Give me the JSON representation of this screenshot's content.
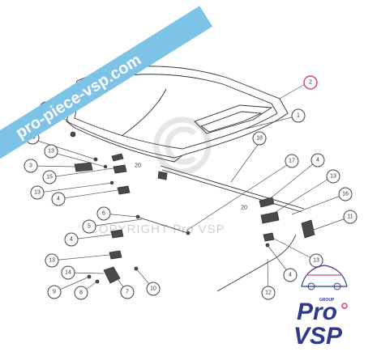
{
  "watermark": {
    "banner_text": "pro-piece-vsp.com",
    "copyright_text": "COPYRIGHT Pro VSP"
  },
  "logo": {
    "top_word": "Pro",
    "bottom_word": "VSP",
    "tag": "GROUP",
    "brand_color": "#2f3a8f",
    "accent_color": "#e0457b"
  },
  "callouts": [
    {
      "label": "1"
    },
    {
      "label": "2"
    },
    {
      "label": "1"
    },
    {
      "label": "19"
    },
    {
      "label": "13"
    },
    {
      "label": "3"
    },
    {
      "label": "15"
    },
    {
      "label": "13"
    },
    {
      "label": "4"
    },
    {
      "label": "18"
    },
    {
      "label": "17"
    },
    {
      "label": "4"
    },
    {
      "label": "13"
    },
    {
      "label": "16"
    },
    {
      "label": "11"
    },
    {
      "label": "6"
    },
    {
      "label": "5"
    },
    {
      "label": "4"
    },
    {
      "label": "13"
    },
    {
      "label": "14"
    },
    {
      "label": "9"
    },
    {
      "label": "8"
    },
    {
      "label": "7"
    },
    {
      "label": "10"
    },
    {
      "label": "12"
    },
    {
      "label": "4"
    },
    {
      "label": "13"
    }
  ],
  "plain_labels": [
    {
      "label": "20"
    },
    {
      "label": "20"
    }
  ]
}
